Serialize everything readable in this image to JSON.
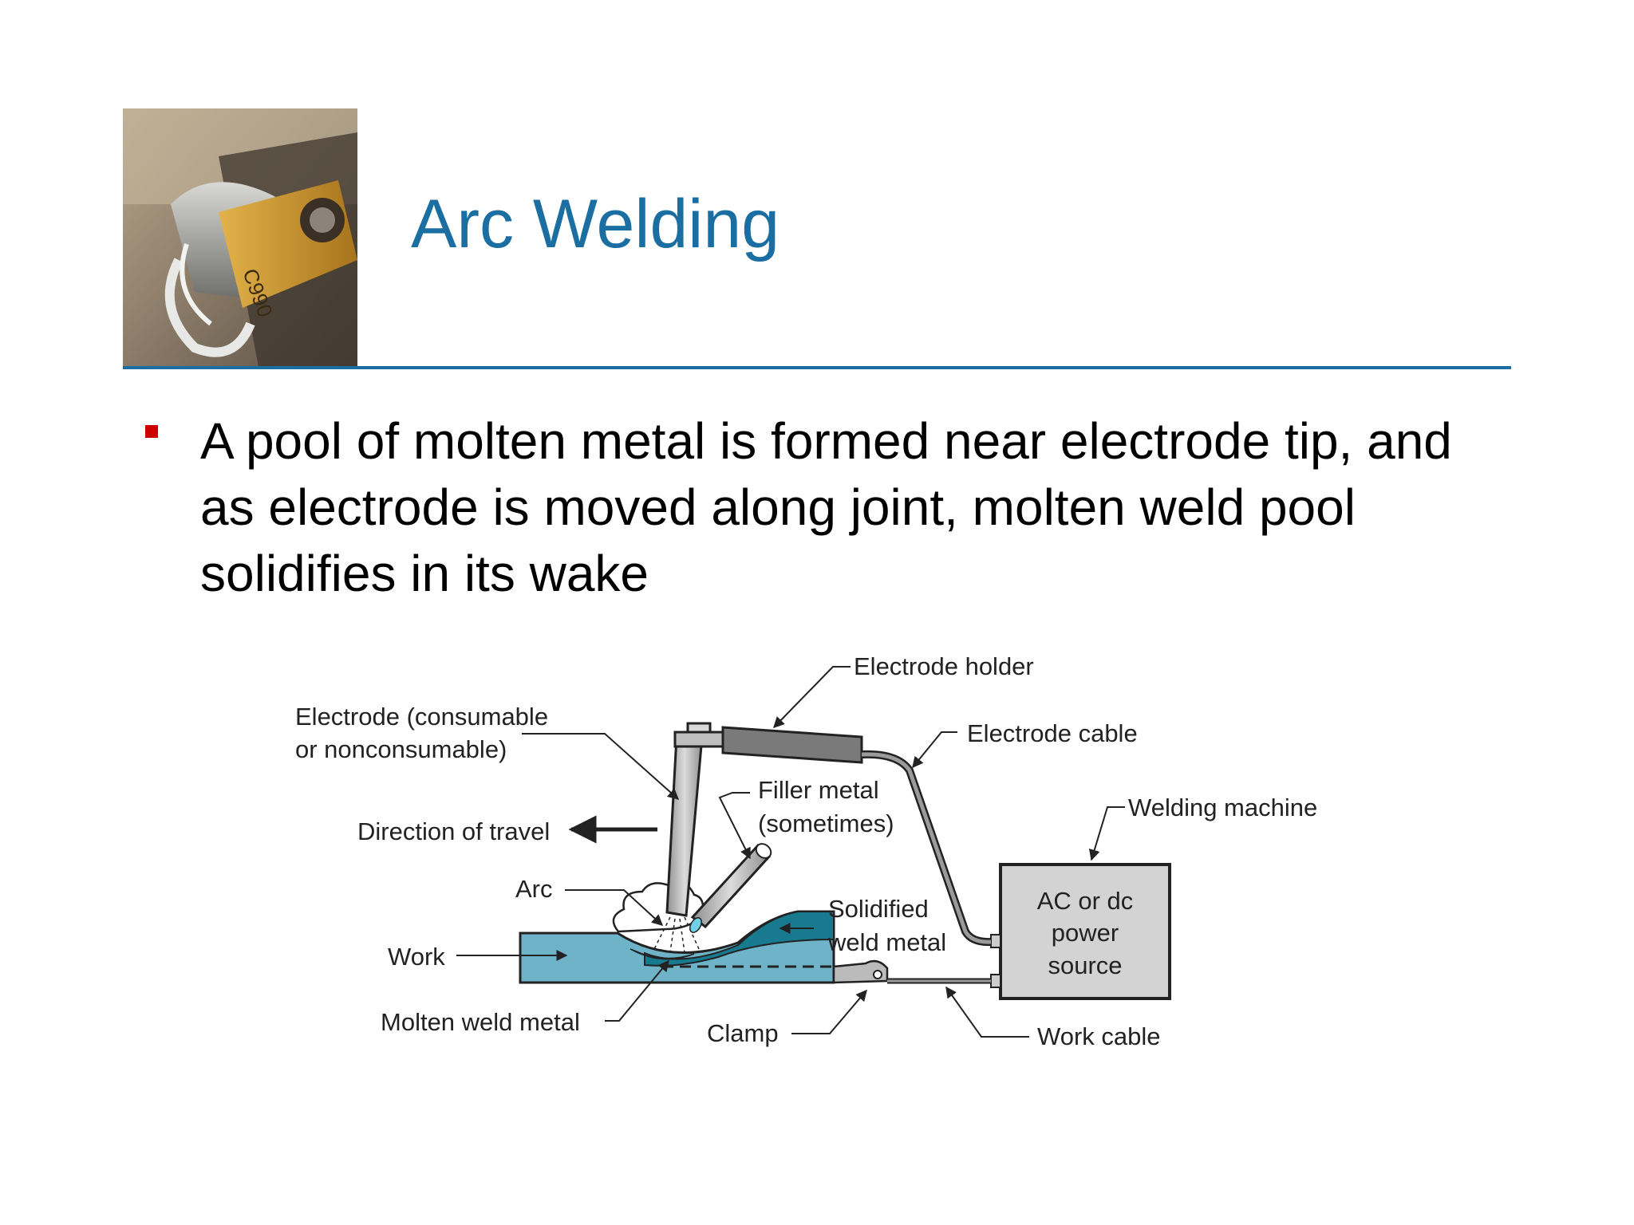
{
  "title": "Arc Welding",
  "bullet": "A pool of molten metal is formed near electrode tip, and as electrode is moved along joint, molten weld pool solidifies in its wake",
  "photo_label": "C990",
  "diagram": {
    "labels": {
      "electrode_holder": "Electrode holder",
      "electrode_line1": "Electrode (consumable",
      "electrode_line2": "or nonconsumable)",
      "electrode_cable": "Electrode cable",
      "filler_line1": "Filler metal",
      "filler_line2": "(sometimes)",
      "welding_machine": "Welding machine",
      "direction_of_travel": "Direction of travel",
      "arc": "Arc",
      "solidified_line1": "Solidified",
      "solidified_line2": "weld metal",
      "work": "Work",
      "power_line1": "AC or dc",
      "power_line2": "power",
      "power_line3": "source",
      "molten_weld_metal": "Molten weld metal",
      "clamp": "Clamp",
      "work_cable": "Work cable"
    }
  },
  "colors": {
    "title": "#1a6ea1",
    "rule": "#1a6ea1",
    "bullet_marker": "#cc0000",
    "work_piece": "#6fb3c9",
    "solidified_weld": "#177a8e",
    "power_source": "#d3d3d3"
  }
}
